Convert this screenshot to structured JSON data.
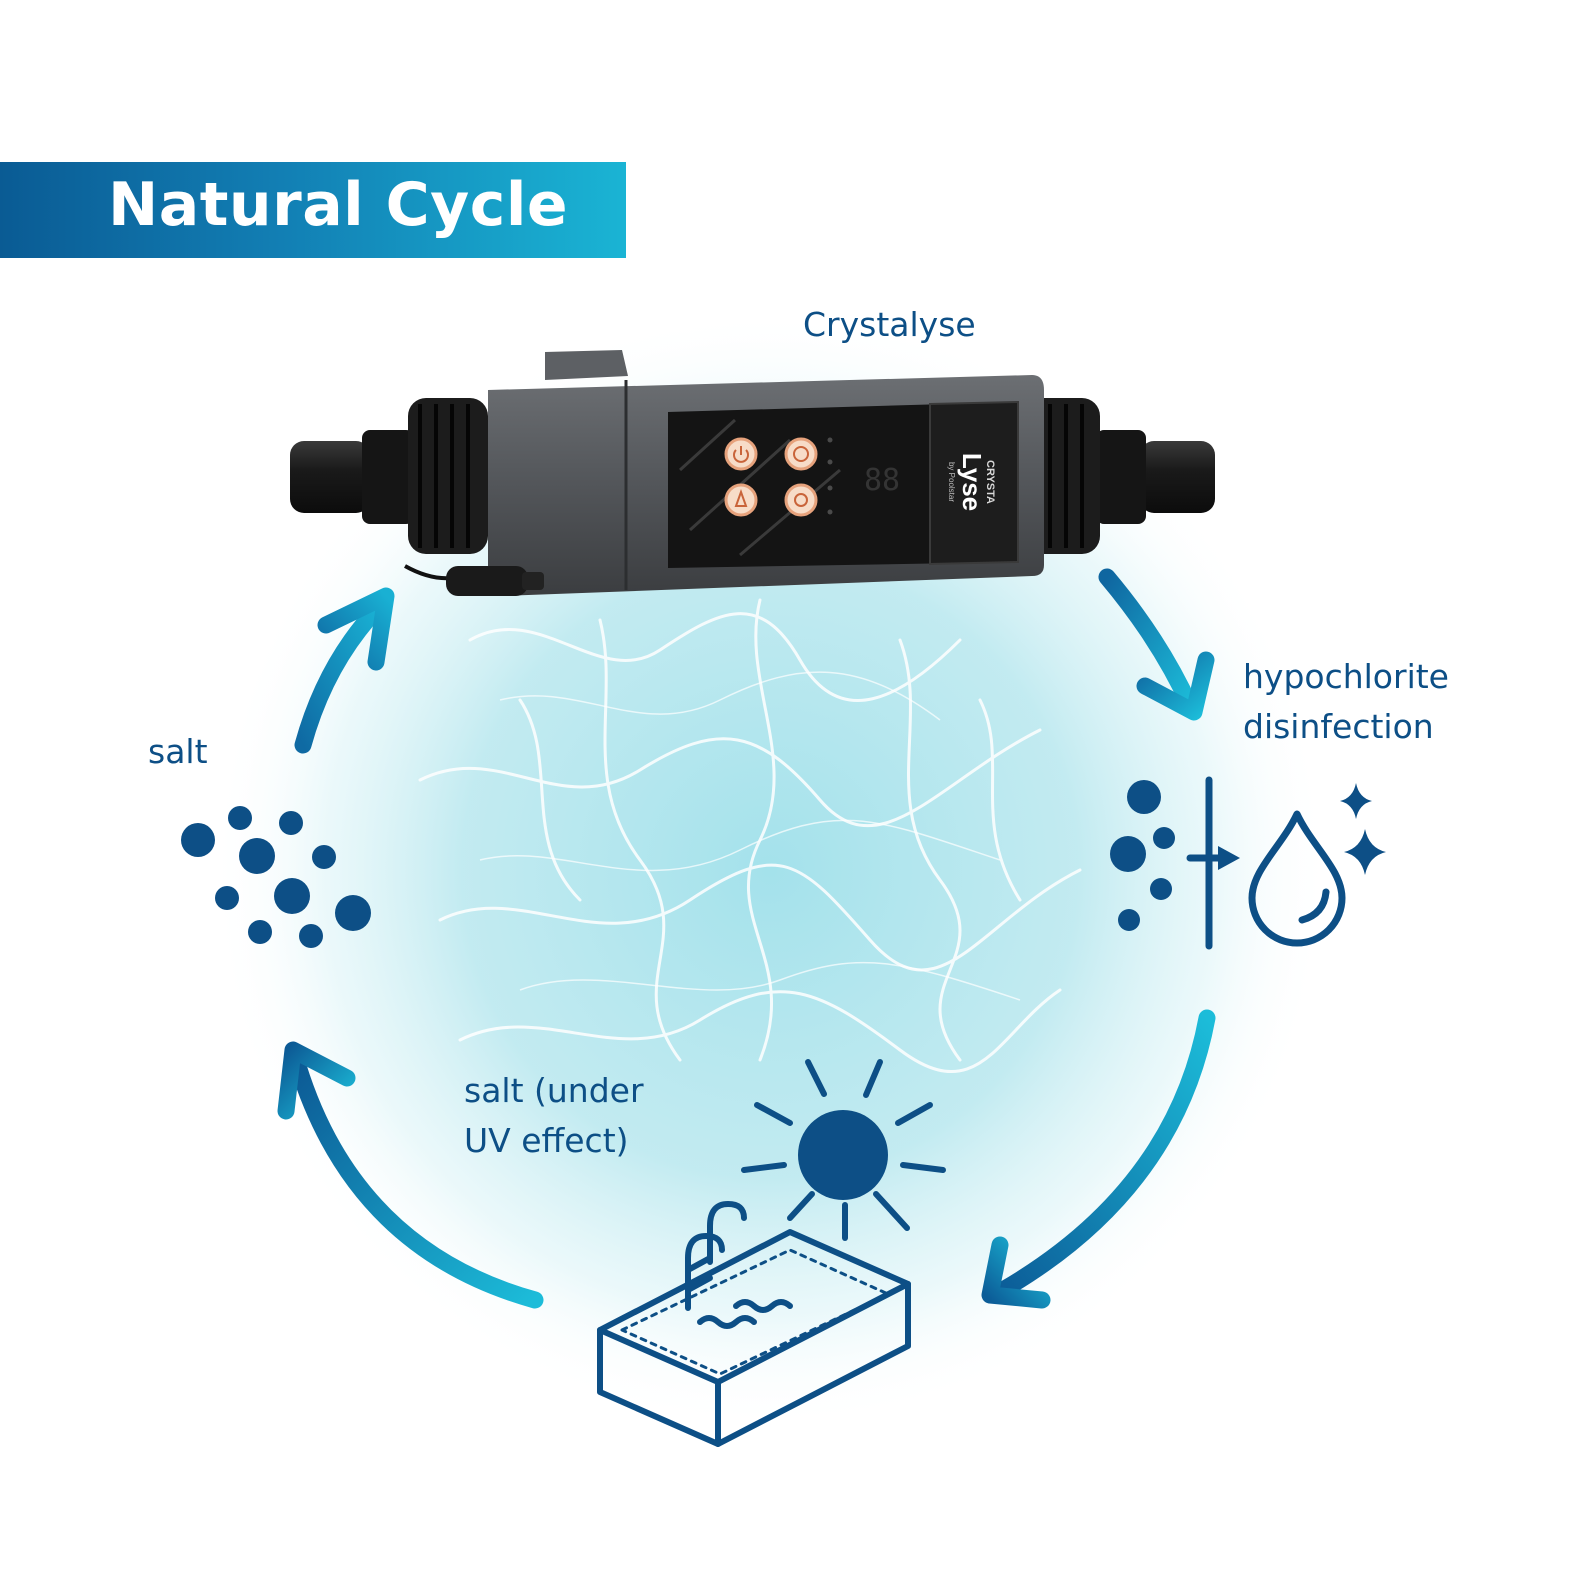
{
  "title": "Natural Cycle",
  "labels": {
    "device": "Crystalyse",
    "salt": "salt",
    "hypochlorite": [
      "hypochlorite",
      "disinfection"
    ],
    "salt_uv": [
      "salt (under",
      "UV effect)"
    ]
  },
  "device": {
    "brand_line1": "CRYSTA",
    "brand_line2": "Lyse",
    "brand_line3": "by Poolstar",
    "display": "88"
  },
  "colors": {
    "primary": "#0d4f86",
    "accent": "#1ab4d4",
    "water": "#8fdbe5"
  },
  "icons": [
    "salt-particles-icon",
    "hypochlorite-disinfection-icon",
    "sun-icon",
    "pool-icon"
  ]
}
